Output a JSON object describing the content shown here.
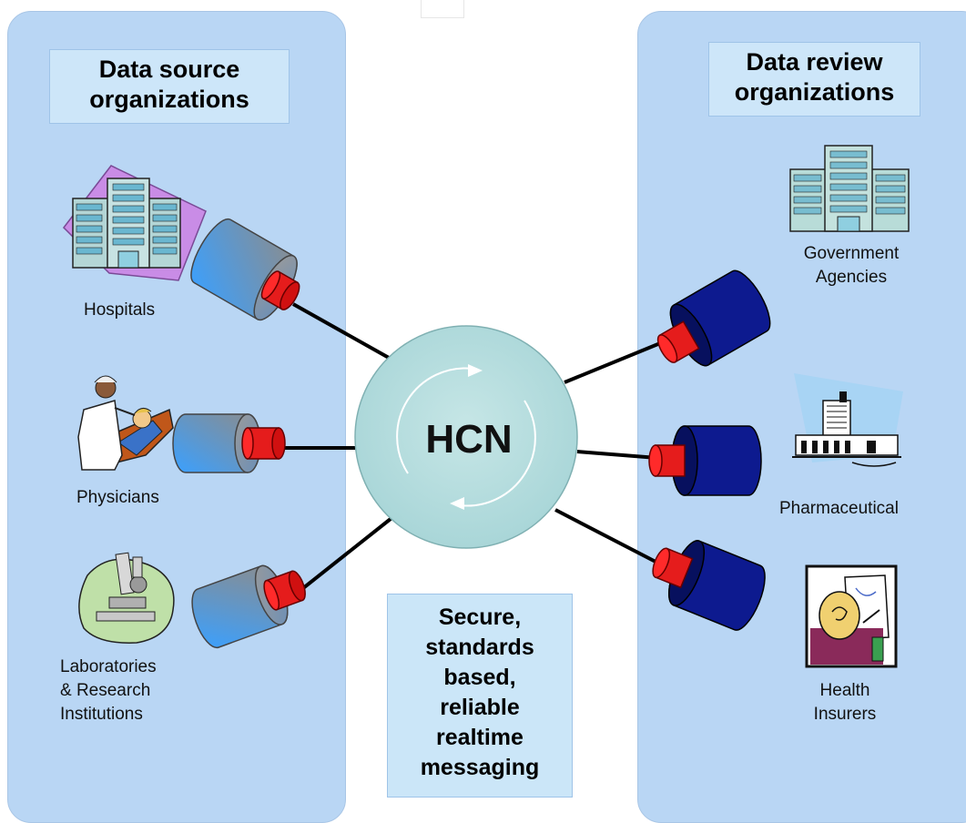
{
  "left_panel": {
    "title_lines": [
      "Data source",
      "organizations"
    ],
    "sources": [
      {
        "label_lines": [
          "Hospitals"
        ],
        "icon": "hospital-building-icon"
      },
      {
        "label_lines": [
          "Physicians"
        ],
        "icon": "physician-dentist-icon"
      },
      {
        "label_lines": [
          "Laboratories",
          "& Research",
          "Institutions"
        ],
        "icon": "microscope-icon"
      }
    ]
  },
  "right_panel": {
    "title_lines": [
      "Data review",
      "organizations"
    ],
    "reviewers": [
      {
        "label_lines": [
          "Government",
          "Agencies"
        ],
        "icon": "government-building-icon"
      },
      {
        "label_lines": [
          "Pharmaceutical"
        ],
        "icon": "pharmaceutical-factory-icon"
      },
      {
        "label_lines": [
          "Health",
          "Insurers"
        ],
        "icon": "insurer-person-icon"
      }
    ]
  },
  "hub": {
    "label": "HCN",
    "icon": "circular-arrows-icon"
  },
  "messaging_box": {
    "lines": [
      "Secure,",
      "standards",
      "based,",
      "reliable",
      "realtime",
      "messaging"
    ]
  },
  "colors": {
    "panel": "#b9d6f4",
    "title_box": "#cde6f9",
    "hub": "#b8dfe0",
    "source_connector_gradient": [
      "#4aa4ff",
      "#8a8a8a"
    ],
    "review_connector": "#0d1a8f",
    "plug": "#e41e1e"
  }
}
